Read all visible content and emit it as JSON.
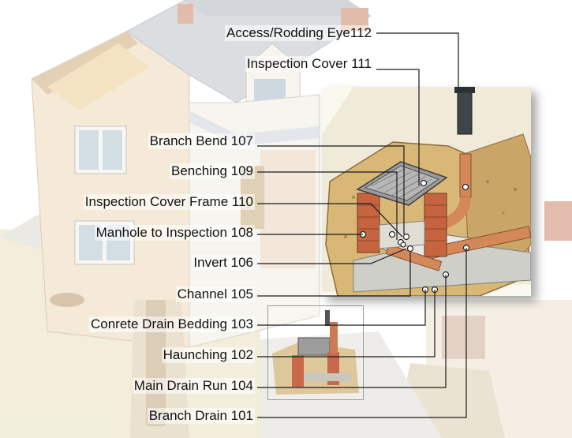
{
  "labels": {
    "access_rodding_eye": "Access/Rodding Eye112",
    "inspection_cover": "Inspection Cover 111",
    "branch_bend": "Branch Bend 107",
    "benching": "Benching 109",
    "inspection_cover_frame": "Inspection Cover Frame 110",
    "manhole_to_inspection": "Manhole to Inspection 108",
    "invert": "Invert 106",
    "channel": "Channel 105",
    "concrete_drain_bedding": "Conrete Drain Bedding 103",
    "haunching": "Haunching 102",
    "main_drain_run": "Main Drain Run 104",
    "branch_drain": "Branch Drain 101"
  },
  "colors": {
    "leader_line": "#1a1a1a",
    "house_wall": "#e9d9b8",
    "roof": "#b7bcc0",
    "brick": "#c86a48",
    "earth": "#d7b87a",
    "pipe": "#d1875a",
    "concrete": "#c9c9c4",
    "cover": "#8e8e8e"
  }
}
